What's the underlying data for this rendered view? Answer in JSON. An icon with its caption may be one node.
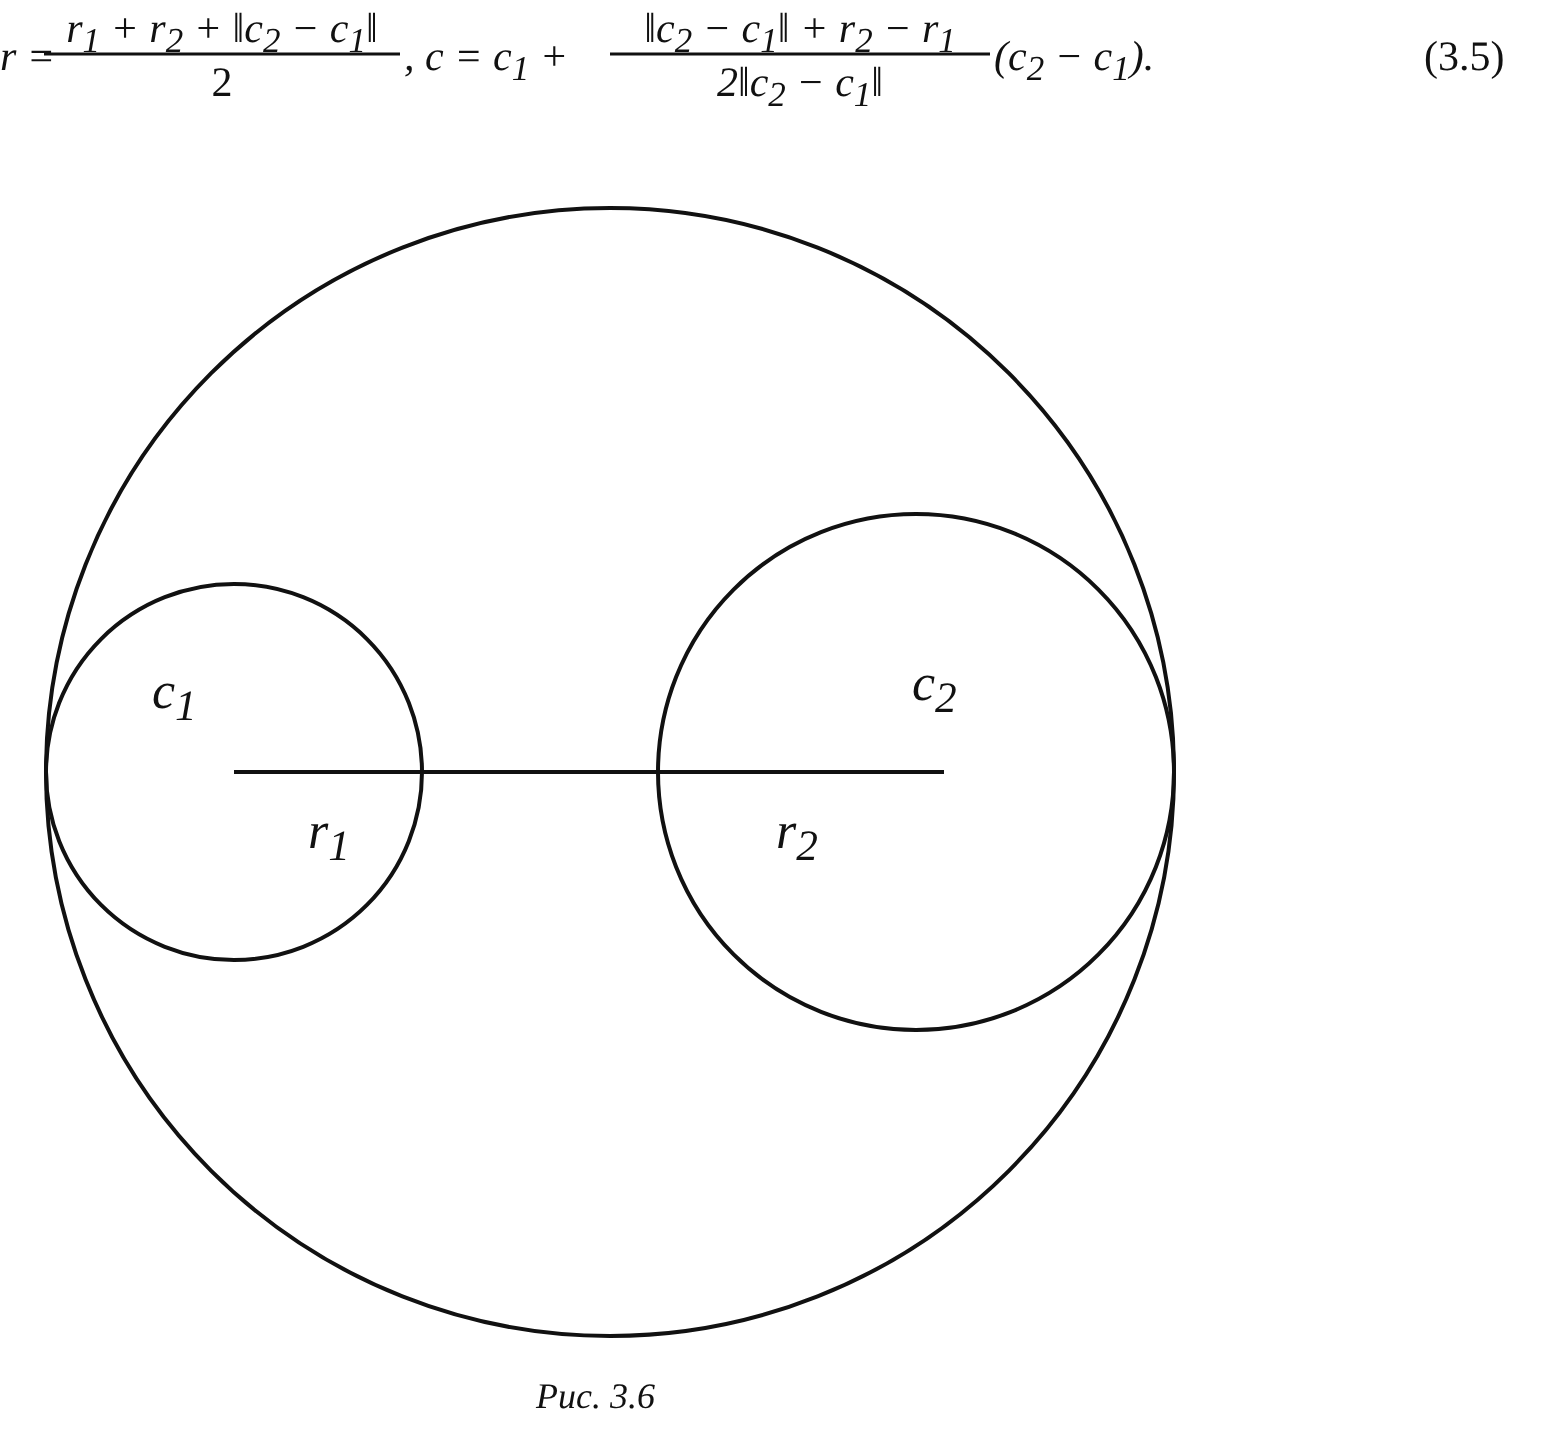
{
  "diagram": {
    "caption": "Рис. 3.6",
    "labels": [
      "r =",
      "r$_{1}$ + r$_{2}$ + ‖c$_{2}$ − c$_{1}$‖",
      "2",
      ", c = c$_{1}$ +",
      "‖c$_{2}$ − c$_{1}$‖ + r$_{2}$ − r$_{1}$",
      "2‖c$_{2}$ − c$_{1}$‖",
      "(c$_{2}$ − c$_{1}$).",
      "(3.5)",
      "c$_{1}$",
      "c$_{2}$",
      "r$_{1}$",
      "r$_{2}$"
    ]
  }
}
